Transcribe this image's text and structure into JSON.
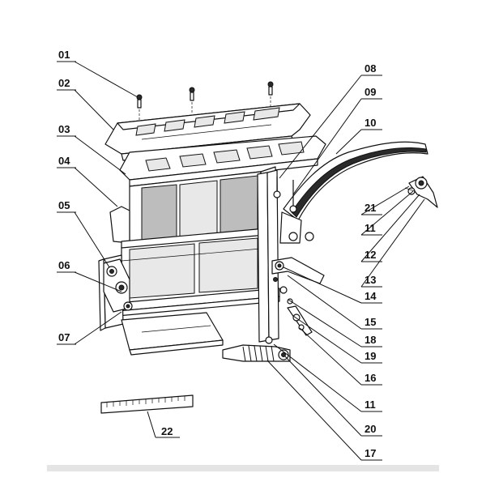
{
  "callouts": [
    {
      "id": "01"
    },
    {
      "id": "02"
    },
    {
      "id": "03"
    },
    {
      "id": "04"
    },
    {
      "id": "05"
    },
    {
      "id": "06"
    },
    {
      "id": "07"
    },
    {
      "id": "08"
    },
    {
      "id": "09"
    },
    {
      "id": "10"
    },
    {
      "id": "21"
    },
    {
      "id": "11"
    },
    {
      "id": "12"
    },
    {
      "id": "13"
    },
    {
      "id": "14"
    },
    {
      "id": "15"
    },
    {
      "id": "18"
    },
    {
      "id": "19"
    },
    {
      "id": "16"
    },
    {
      "id": "11"
    },
    {
      "id": "20"
    },
    {
      "id": "17"
    },
    {
      "id": "22"
    }
  ],
  "colors": {
    "line": "#111111",
    "background": "#ffffff",
    "shade_dark": "#2a2a2a",
    "shade_mid": "#bdbdbd",
    "shade_light": "#e8e8e8"
  }
}
